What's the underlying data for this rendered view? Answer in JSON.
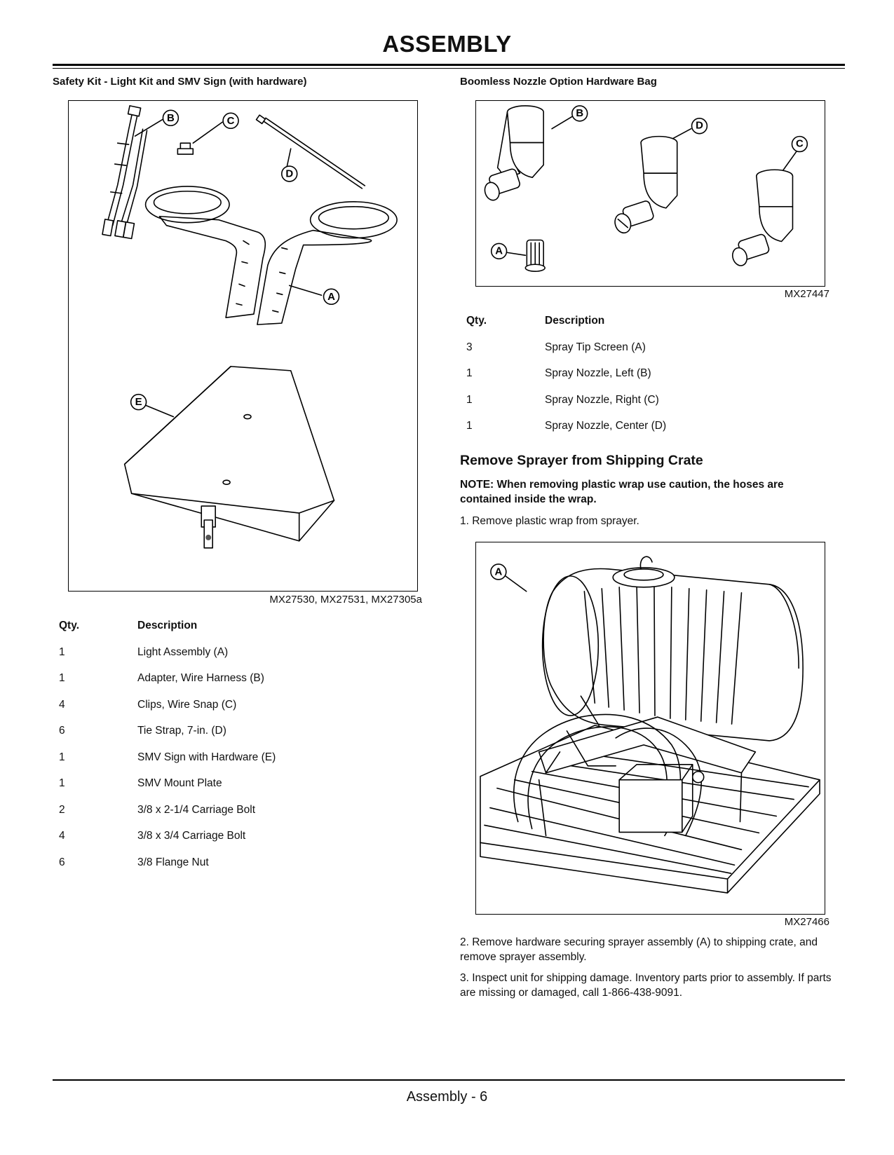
{
  "page": {
    "title": "ASSEMBLY",
    "footer": "Assembly - 6"
  },
  "safety_kit": {
    "heading": "Safety Kit - Light Kit and SMV Sign (with hardware)",
    "figure_code": "MX27530, MX27531, MX27305a",
    "callouts": [
      "A",
      "B",
      "C",
      "D",
      "E"
    ],
    "table_header": {
      "qty": "Qty.",
      "description": "Description"
    },
    "rows": [
      {
        "qty": "1",
        "description": "Light Assembly (A)"
      },
      {
        "qty": "1",
        "description": "Adapter, Wire Harness (B)"
      },
      {
        "qty": "4",
        "description": "Clips, Wire Snap (C)"
      },
      {
        "qty": "6",
        "description": "Tie Strap, 7-in. (D)"
      },
      {
        "qty": "1",
        "description": "SMV Sign with Hardware (E)"
      },
      {
        "qty": "1",
        "description": "SMV Mount Plate"
      },
      {
        "qty": "2",
        "description": "3/8 x 2-1/4 Carriage Bolt"
      },
      {
        "qty": "4",
        "description": "3/8 x 3/4 Carriage Bolt"
      },
      {
        "qty": "6",
        "description": "3/8 Flange Nut"
      }
    ]
  },
  "nozzle_bag": {
    "heading": "Boomless Nozzle Option Hardware Bag",
    "figure_code": "MX27447",
    "callouts": [
      "A",
      "B",
      "C",
      "D"
    ],
    "table_header": {
      "qty": "Qty.",
      "description": "Description"
    },
    "rows": [
      {
        "qty": "3",
        "description": "Spray Tip Screen (A)"
      },
      {
        "qty": "1",
        "description": "Spray Nozzle, Left (B)"
      },
      {
        "qty": "1",
        "description": "Spray Nozzle, Right (C)"
      },
      {
        "qty": "1",
        "description": "Spray Nozzle, Center (D)"
      }
    ]
  },
  "remove_section": {
    "heading": "Remove Sprayer from Shipping Crate",
    "note": "NOTE: When removing plastic wrap use caution, the hoses are contained inside the wrap.",
    "step1": "1. Remove plastic wrap from sprayer.",
    "figure_code": "MX27466",
    "callouts": [
      "A"
    ],
    "step2": "2. Remove hardware securing sprayer assembly (A) to shipping crate, and remove sprayer assembly.",
    "step3": "3. Inspect unit for shipping damage. Inventory parts prior to assembly. If parts are missing or damaged, call 1-866-438-9091."
  }
}
